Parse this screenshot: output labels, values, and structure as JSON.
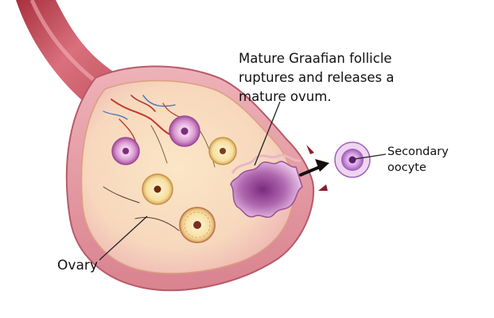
{
  "labels": {
    "follicle_line1": "Mature Graafian follicle",
    "follicle_line2": "ruptures and releases a",
    "follicle_line3": "mature ovum.",
    "oocyte_line1": "Secondary",
    "oocyte_line2": "oocyte",
    "ovary": "Ovary"
  },
  "colors": {
    "background": "#ffffff",
    "ligament_dark": "#b8404c",
    "ligament_light": "#e8909a",
    "ovary_outer": "#e7a2ac",
    "ovary_rim": "#c96b78",
    "ovary_inner": "#f7dcc2",
    "follicle_purple": "#b05aa8",
    "follicle_pale": "#f0c6ea",
    "yellow_follicle": "#f6e1a6",
    "blood_vessel": "#c0392b",
    "arrow": "#111111"
  },
  "icons": {
    "rupture_arrow": "right-arrow-icon"
  }
}
